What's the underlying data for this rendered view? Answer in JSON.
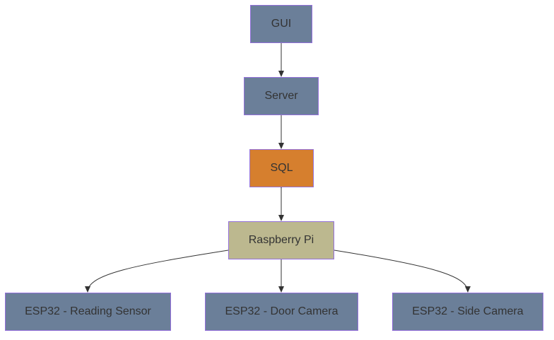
{
  "diagram": {
    "nodes": {
      "gui": {
        "label": "GUI",
        "color": "#6b7f99"
      },
      "server": {
        "label": "Server",
        "color": "#6b7f99"
      },
      "sql": {
        "label": "SQL",
        "color": "#d67f2e"
      },
      "raspberry_pi": {
        "label": "Raspberry Pi",
        "color": "#bcb88f"
      },
      "esp32_reading_sensor": {
        "label": "ESP32 - Reading Sensor",
        "color": "#6b7f99"
      },
      "esp32_door_camera": {
        "label": "ESP32 - Door Camera",
        "color": "#6b7f99"
      },
      "esp32_side_camera": {
        "label": "ESP32 - Side Camera",
        "color": "#6b7f99"
      }
    },
    "edges": [
      {
        "from": "gui",
        "to": "server",
        "direction": "forward"
      },
      {
        "from": "server",
        "to": "sql",
        "direction": "forward"
      },
      {
        "from": "sql",
        "to": "raspberry_pi",
        "direction": "both"
      },
      {
        "from": "raspberry_pi",
        "to": "esp32_reading_sensor",
        "direction": "forward"
      },
      {
        "from": "raspberry_pi",
        "to": "esp32_door_camera",
        "direction": "forward"
      },
      {
        "from": "raspberry_pi",
        "to": "esp32_side_camera",
        "direction": "forward"
      }
    ],
    "node_border_color": "#9370db",
    "edge_color": "#333333"
  }
}
